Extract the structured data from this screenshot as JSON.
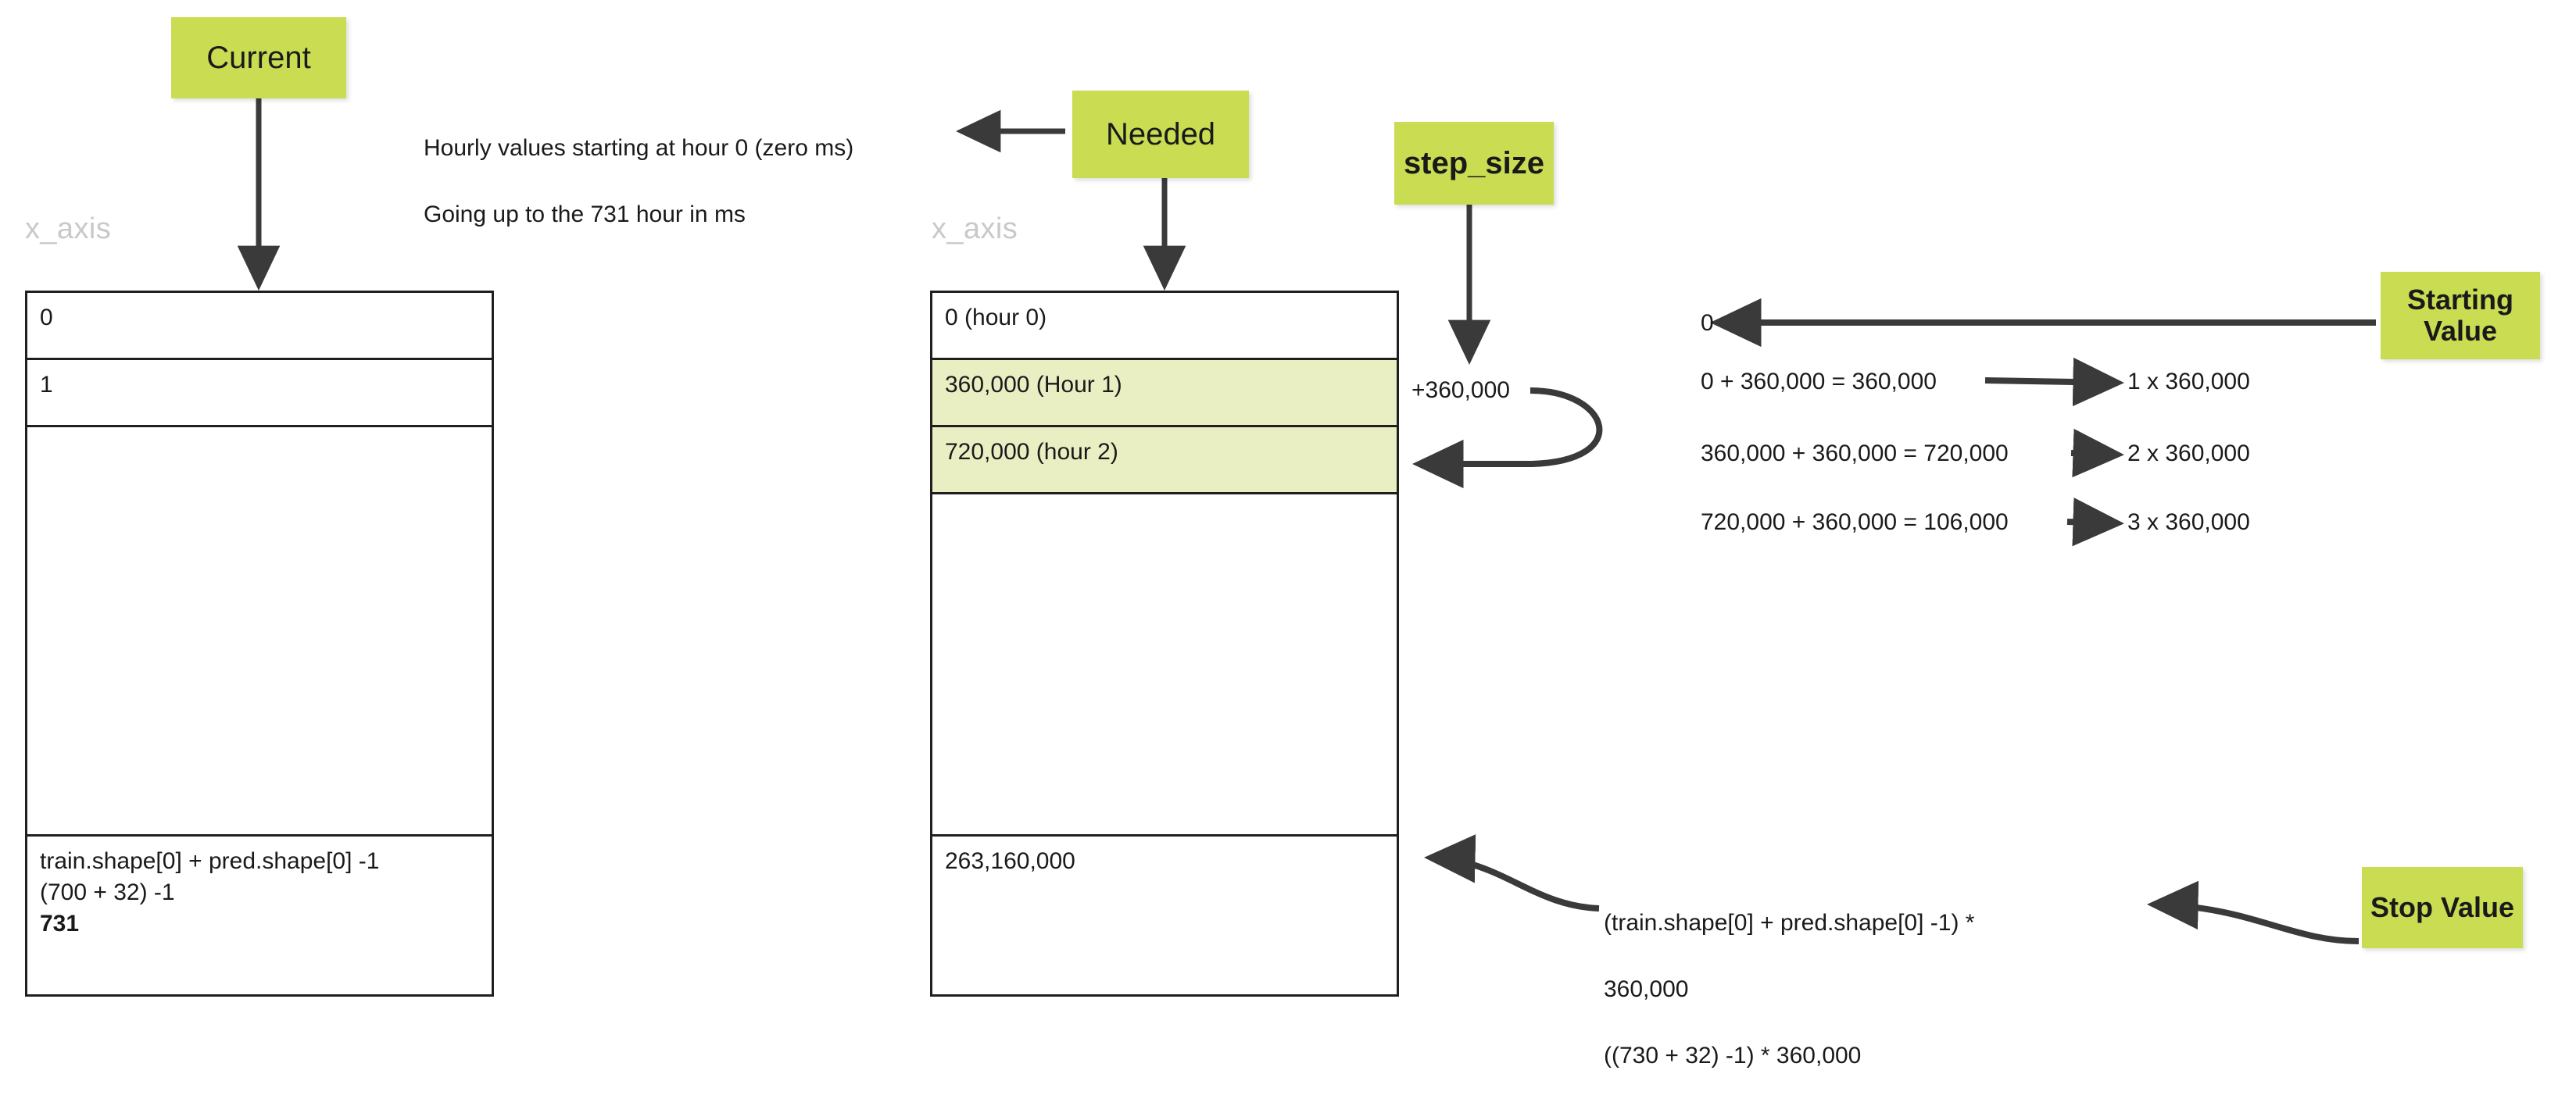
{
  "diagram": {
    "title_chips": [
      {
        "name": "current",
        "label": "Current"
      },
      {
        "name": "needed",
        "label": "Needed"
      },
      {
        "name": "step-size",
        "label": "step_size"
      },
      {
        "name": "starting-value",
        "label": "Starting\nValue"
      },
      {
        "name": "stop-value",
        "label": "Stop Value"
      }
    ],
    "axis_labels": {
      "left": "x_axis",
      "middle": "x_axis"
    },
    "note": {
      "line1": "Hourly values starting at hour 0  (zero  ms)",
      "line2": "Going up to the 731 hour in ms"
    },
    "left_table": {
      "rows": [
        {
          "text": "0"
        },
        {
          "text": "1"
        },
        {
          "text": ""
        },
        {
          "text": ""
        }
      ],
      "last_cell": {
        "line1": "train.shape[0] + pred.shape[0] -1",
        "line2": "(700 + 32) -1",
        "line3": "731"
      }
    },
    "middle_table": {
      "rows": [
        {
          "text": "0 (hour 0)",
          "highlight": false
        },
        {
          "text": "360,000 (Hour 1)",
          "highlight": true
        },
        {
          "text": "720,000 (hour 2)",
          "highlight": true
        },
        {
          "text": "",
          "highlight": false
        },
        {
          "text": "263,160,000",
          "highlight": false
        }
      ]
    },
    "step_label": "+360,000",
    "math": {
      "start_value": "0",
      "lines": [
        {
          "equation": "0 + 360,000 = 360,000",
          "multiple": "1 x 360,000"
        },
        {
          "equation": "360,000 + 360,000 = 720,000",
          "multiple": "2 x 360,000"
        },
        {
          "equation": "720,000 + 360,000 = 106,000",
          "multiple": "3 x 360,000"
        }
      ]
    },
    "stop_formula": {
      "line1": "(train.shape[0] + pred.shape[0] -1) *",
      "line2": "360,000",
      "line3": "((730 + 32) -1) * 360,000"
    },
    "colors": {
      "chip_green": "#c9dc52",
      "row_highlight": "#e9efc3",
      "stroke": "#3a3a3a",
      "axis_label_gray": "#c9c9c9"
    }
  }
}
